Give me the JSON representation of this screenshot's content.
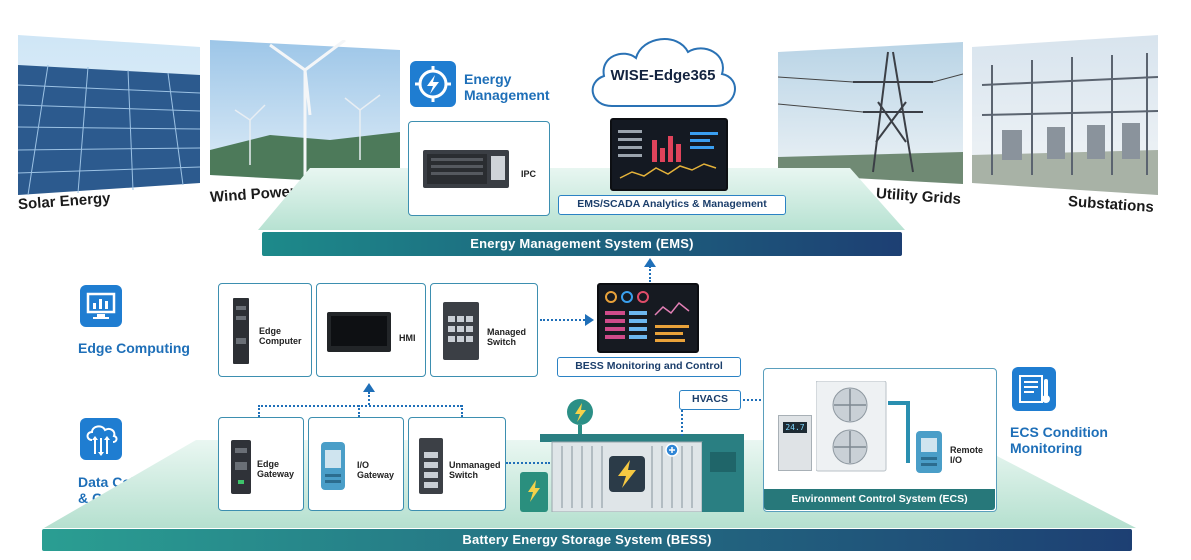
{
  "photos": {
    "solar": "Solar Energy",
    "wind": "Wind Power",
    "grids": "Utility Grids",
    "substations": "Substations"
  },
  "ems": {
    "icon": "lightning-gear-icon",
    "title_line1": "Energy",
    "title_line2": "Management",
    "cloud_label": "WISE-Edge365",
    "ipc_label": "IPC",
    "analytics_label": "EMS/SCADA Analytics & Management",
    "bar_label": "Energy Management System (EMS)"
  },
  "edge": {
    "icon": "monitor-chart-icon",
    "title": "Edge Computing",
    "edge_computer": "Edge\nComputer",
    "hmi": "HMI",
    "managed_switch": "Managed\nSwitch",
    "bess_monitoring": "BESS Monitoring and Control"
  },
  "data_collection": {
    "icon": "cloud-arrows-icon",
    "title_line1": "Data Collection",
    "title_line2": "& Communication",
    "edge_gateway": "Edge\nGateway",
    "io_gateway": "I/O\nGateway",
    "unmanaged_switch": "Unmanaged\nSwitch"
  },
  "bess": {
    "hvacs": "HVACS",
    "bar_label": "Battery Energy Storage System (BESS)"
  },
  "ecs": {
    "icon": "thermometer-panel-icon",
    "title_line1": "ECS Condition",
    "title_line2": "Monitoring",
    "remote_io": "Remote\nI/O",
    "bar_label": "Environment Control System (ECS)",
    "display_value": "24.7"
  },
  "colors": {
    "accent_blue": "#1f7dd1",
    "teal_bar": "#1d8a8a",
    "dark_blue_bar": "#1d3f73",
    "platform": "#d6efe6"
  }
}
